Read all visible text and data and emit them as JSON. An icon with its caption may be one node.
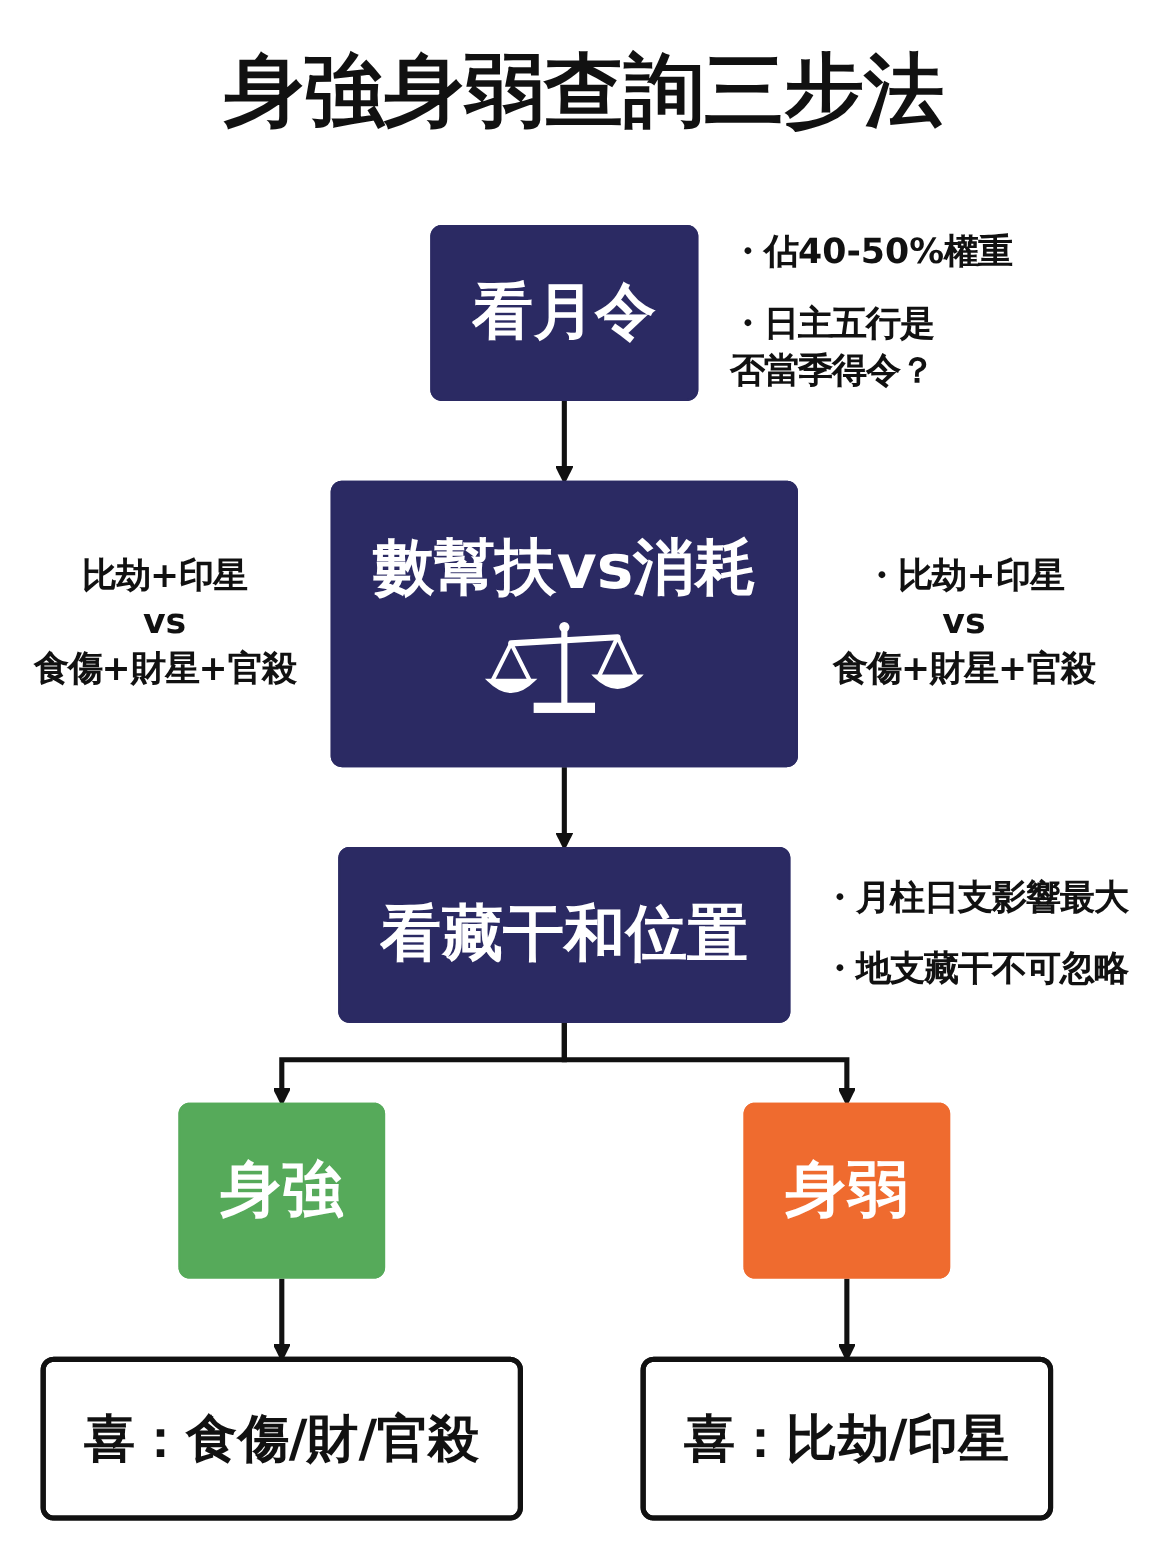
{
  "diagram": {
    "title": "身強身弱查詢三步法",
    "nodes": [
      {
        "text": [
          "看月令"
        ],
        "beside": [
          "・佔40-50%權重",
          "・日主五行是否當季得令？"
        ]
      },
      {
        "text": [
          "數幫扶vs消耗"
        ],
        "beside": [
          "比劫+印星 vs 食傷+財星+官殺",
          "・比劫+印星 vs 食傷+財星+官殺"
        ]
      },
      {
        "text": [
          "看藏干和位置"
        ],
        "beside": [
          "・月柱日支影響最大",
          "・地支藏干不可忽略"
        ]
      },
      {
        "text": [
          "身強"
        ]
      },
      {
        "text": [
          "身弱"
        ]
      },
      {
        "text": [
          "喜：食傷/財/官殺"
        ]
      },
      {
        "text": [
          "喜：比劫/印星"
        ]
      }
    ],
    "edges": [
      {
        "from": 0,
        "to": 1,
        "arrow": "to"
      },
      {
        "from": 1,
        "to": 2,
        "arrow": "to"
      },
      {
        "from": 2,
        "to": 3,
        "arrow": "to"
      },
      {
        "from": 2,
        "to": 4,
        "arrow": "to"
      },
      {
        "from": 3,
        "to": 5,
        "arrow": "to"
      },
      {
        "from": 4,
        "to": 6,
        "arrow": "to"
      }
    ]
  }
}
